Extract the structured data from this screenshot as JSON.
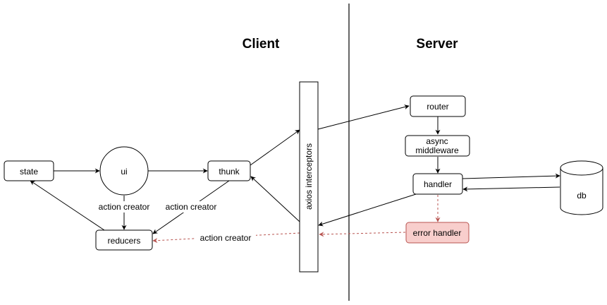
{
  "headers": {
    "client": "Client",
    "server": "Server"
  },
  "nodes": {
    "state": "state",
    "ui": "ui",
    "reducers": "reducers",
    "thunk": "thunk",
    "axios": "axios interceptors",
    "router": "router",
    "async_middleware": [
      "async",
      "middleware"
    ],
    "handler": "handler",
    "db": "db",
    "error_handler": "error handler"
  },
  "edge_labels": {
    "ui_to_reducers": "action creator",
    "thunk_to_reducers": "action creator",
    "axios_to_reducers": "action creator"
  },
  "colors": {
    "stroke": "#000000",
    "error_fill": "#f8cecc",
    "error_stroke": "#b85450",
    "dashed": "#b85450"
  }
}
